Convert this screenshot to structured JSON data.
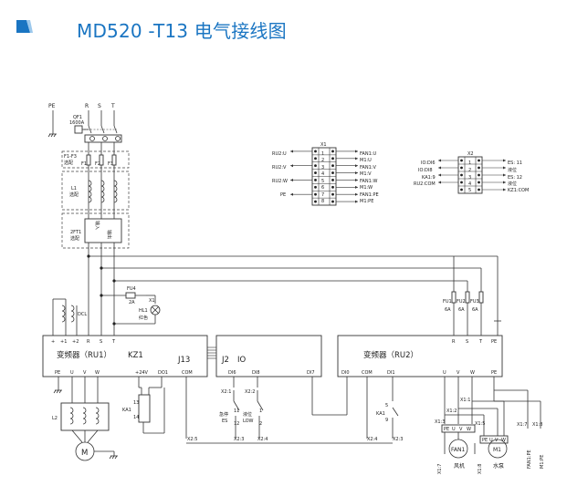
{
  "header": {
    "title": "MD520 -T13 电气接线图",
    "accent": "#1a75c2",
    "icon": "blue-parallelogram-icon"
  },
  "left_supply": {
    "pe": "PE",
    "r": "R",
    "s": "S",
    "t": "T",
    "breaker": "QF1",
    "breaker_rating": "1600A",
    "fuse_note": "F1-F3",
    "fuse_opt": "选配",
    "f1": "F1",
    "f2": "F2",
    "f3": "F3",
    "reactor": "L1",
    "reactor_opt": "选配",
    "filter": "2FT1",
    "filter_opt": "选配",
    "filter_in": "输入",
    "filter_out": "输出"
  },
  "aux": {
    "fuse": "FU4",
    "fuse_rating": "2A",
    "lamp_ref": "X1",
    "lamp": "HL1",
    "lamp_color": "红色"
  },
  "dc_reactor": "DCL",
  "ru1": {
    "name": "变频器（RU1）",
    "code": "KZ1",
    "connector": "J13",
    "top_terminals": [
      "+",
      "+1",
      "+2",
      "R",
      "S",
      "T"
    ],
    "bottom_terminals": [
      "PE",
      "U",
      "V",
      "W",
      "+24V",
      "DO1",
      "COM"
    ]
  },
  "motor_l2": "L2",
  "motor_m": "M",
  "relay": {
    "name": "KA1",
    "pin_top": "13",
    "pin_bottom": "14"
  },
  "io": {
    "connector": "J2",
    "label": "IO",
    "terminals": [
      "DI6",
      "DI8",
      "DI7"
    ],
    "sw1_ref": "X2:1",
    "sw1_name": "急停",
    "sw1_pin": "ES",
    "sw1_a": "11",
    "sw1_b": "12",
    "sw2_ref": "X2:2",
    "sw2_name": "液位",
    "sw2_pin": "LOW",
    "sw2_a": "1",
    "sw2_b": "2",
    "x_refs": [
      "X2:5",
      "X2:3",
      "X2:4"
    ]
  },
  "ru2": {
    "name": "变频器（RU2）",
    "top_terminals": [
      "R",
      "S",
      "T",
      "PE"
    ],
    "bottom_terminals": [
      "DI0",
      "COM",
      "DI1",
      "U",
      "V",
      "W",
      "PE"
    ],
    "fuses": [
      "FU1",
      "FU2",
      "FU3"
    ],
    "fuse_rating": "6A",
    "relay": "KA1",
    "relay_a": "5",
    "relay_b": "9",
    "x_refs": [
      "X2:4",
      "X2:3"
    ]
  },
  "loads": {
    "fan": "FAN1",
    "fan_name": "风机",
    "pump": "M1",
    "pump_name": "水泵",
    "fan_terms": [
      "X1:1",
      "X1:2",
      "X1:3"
    ],
    "pump_terms": [
      "X1:5"
    ],
    "side_terms": [
      "X1:7",
      "X1:8"
    ],
    "bottom_labels": [
      "X1:7",
      "X1:8"
    ],
    "pe_labels": [
      "FAN1:PE",
      "M1:PE"
    ],
    "mini": [
      "PE",
      "U",
      "V",
      "W"
    ]
  },
  "x1": {
    "title": "X1",
    "left": [
      "RU2:U",
      "RU2:V",
      "RU2:W",
      "PE"
    ],
    "rows": [
      "1",
      "2",
      "3",
      "4",
      "5",
      "6",
      "7",
      "8"
    ],
    "right": [
      "FAN1:U",
      "M1:U",
      "FAN1:V",
      "M1:V",
      "FAN1:W",
      "M1:W",
      "FAN1:PE",
      "M1:PE"
    ]
  },
  "x2": {
    "title": "X2",
    "left": [
      "IO:DI6",
      "IO:DI8",
      "KA1:9",
      "RU2:COM"
    ],
    "rows": [
      "1",
      "2",
      "3",
      "4",
      "5"
    ],
    "right": [
      "ES: 11",
      "液位",
      "ES: 12",
      "液位",
      "KZ1:COM"
    ]
  }
}
